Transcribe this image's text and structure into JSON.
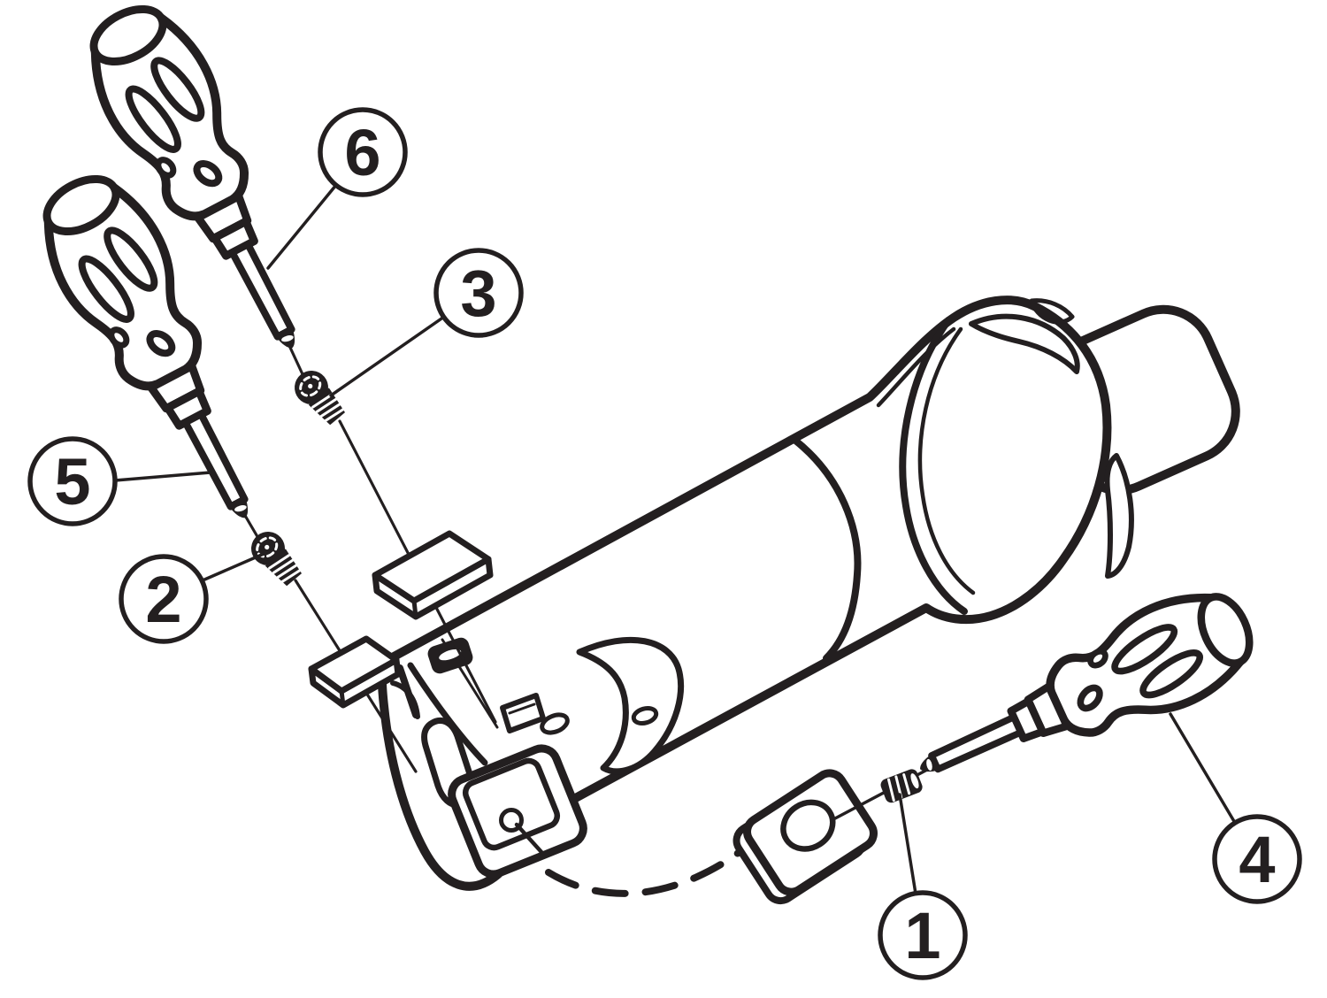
{
  "diagram": {
    "background": "#ffffff",
    "line_color": "#231f20",
    "description_icon": "exploded-assembly-drawing",
    "callouts": [
      {
        "label": "1"
      },
      {
        "label": "2"
      },
      {
        "label": "3"
      },
      {
        "label": "4"
      },
      {
        "label": "5"
      },
      {
        "label": "6"
      }
    ]
  }
}
